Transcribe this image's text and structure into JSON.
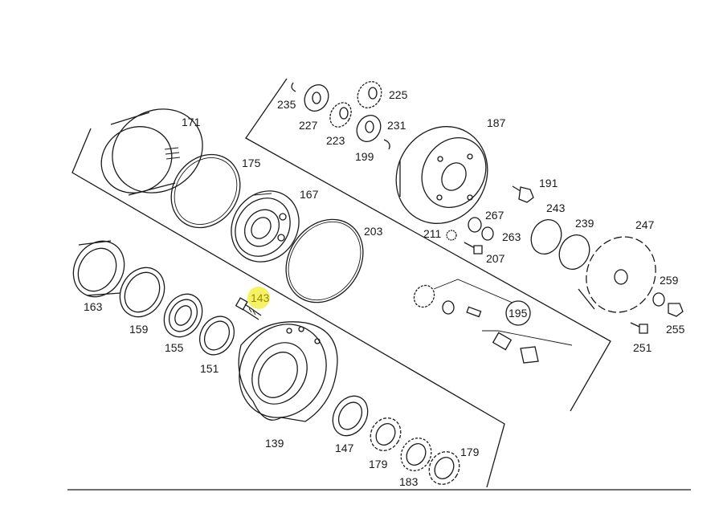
{
  "diagram": {
    "highlight_color": "#f4f04a",
    "line_color": "#1a1a1a",
    "background": "#ffffff",
    "highlighted_part": "143",
    "part_labels": [
      "171",
      "175",
      "167",
      "203",
      "163",
      "159",
      "155",
      "151",
      "143",
      "139",
      "147",
      "179",
      "183",
      "179",
      "235",
      "227",
      "223",
      "225",
      "231",
      "199",
      "187",
      "191",
      "211",
      "267",
      "263",
      "207",
      "243",
      "239",
      "247",
      "259",
      "255",
      "251",
      "195"
    ]
  }
}
